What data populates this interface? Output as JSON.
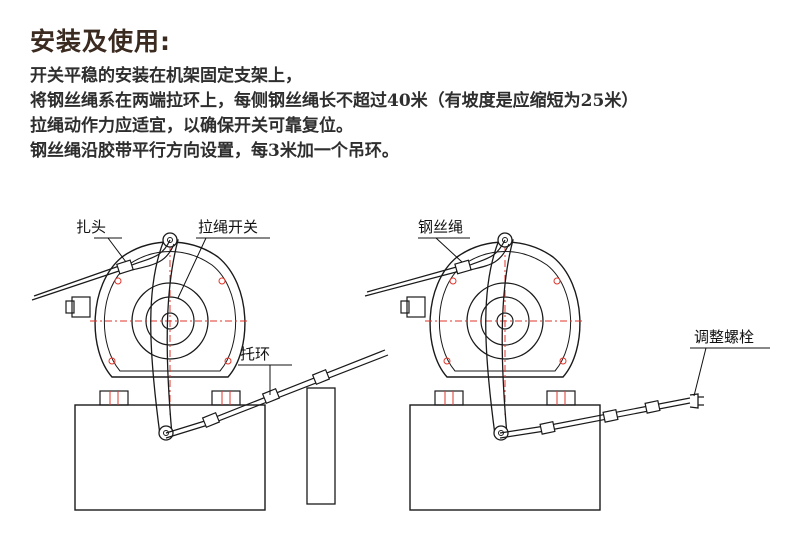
{
  "title": "安装及使用:",
  "instructions": [
    "开关平稳的安装在机架固定支架上，",
    "将钢丝绳系在两端拉环上，每侧钢丝绳长不超过40米（有坡度是应缩短为25米）",
    "拉绳动作力应适宜，以确保开关可靠复位。",
    "钢丝绳沿胶带平行方向设置，每3米加一个吊环。"
  ],
  "labels": {
    "left_knot": "扎头",
    "left_switch": "拉绳开关",
    "left_ring": "托环",
    "right_rope": "钢丝绳",
    "right_bolt": "调整螺栓"
  },
  "colors": {
    "line": "#1a1a1a",
    "center": "#e0362c",
    "title": "#3a2a20"
  }
}
